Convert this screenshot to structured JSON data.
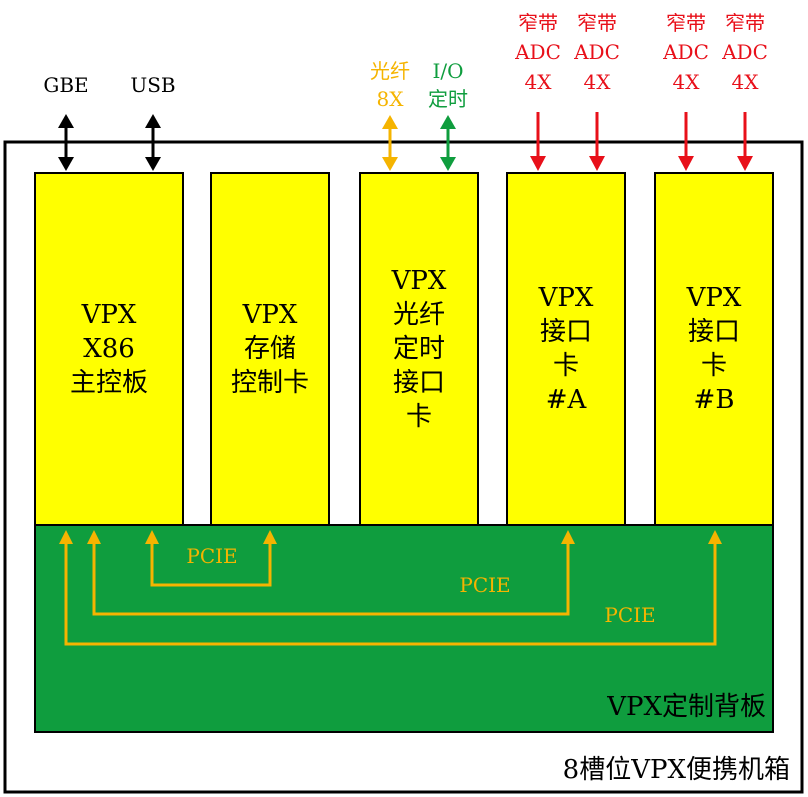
{
  "chassis": {
    "label": "8槽位VPX便携机箱"
  },
  "backplane": {
    "label": "VPX定制背板",
    "pcie": [
      "PCIE",
      "PCIE",
      "PCIE"
    ]
  },
  "cards": [
    {
      "lines": [
        "VPX",
        "X86",
        "主控板"
      ]
    },
    {
      "lines": [
        "VPX",
        "存储",
        "控制卡"
      ]
    },
    {
      "lines": [
        "VPX",
        "光纤",
        "定时",
        "接口",
        "卡"
      ]
    },
    {
      "lines": [
        "VPX",
        "接口",
        "卡",
        "#A"
      ]
    },
    {
      "lines": [
        "VPX",
        "接口",
        "卡",
        "#B"
      ]
    }
  ],
  "interfaces": {
    "gbe": "GBE",
    "usb": "USB",
    "fiber": [
      "光纤",
      "8X"
    ],
    "io": [
      "I/O",
      "定时"
    ],
    "adc": [
      [
        "窄带",
        "ADC",
        "4X"
      ],
      [
        "窄带",
        "ADC",
        "4X"
      ],
      [
        "窄带",
        "ADC",
        "4X"
      ],
      [
        "窄带",
        "ADC",
        "4X"
      ]
    ]
  },
  "colors": {
    "card": "#FFFF00",
    "backplane": "#0F9D3E",
    "pcie": "#F5B400",
    "fiber": "#F5B400",
    "io": "#0F9D3E",
    "adc": "#E8101A",
    "black": "#000000"
  }
}
